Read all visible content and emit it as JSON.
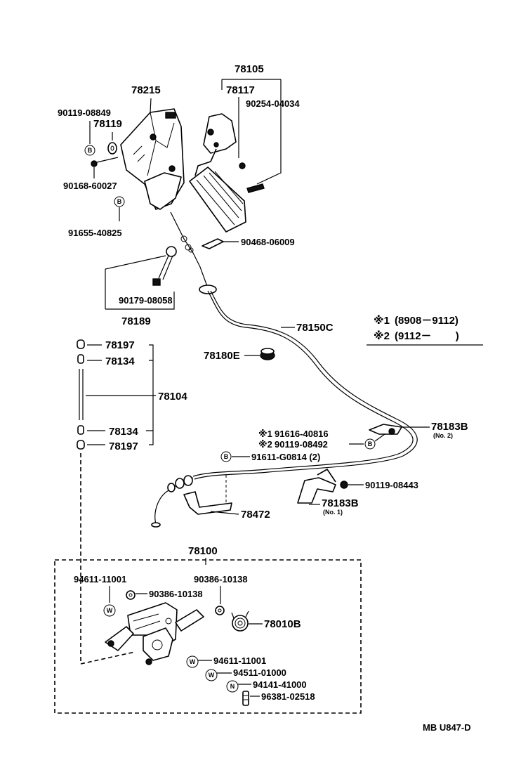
{
  "title_group": "78105",
  "labels": {
    "p78117": "78117",
    "p78215": "78215",
    "p90254": "90254-04034",
    "p90119a": "90119-08849",
    "p78119": "78119",
    "p90168": "90168-60027",
    "p91655": "91655-40825",
    "p90468": "90468-06009",
    "p90179": "90179-08058",
    "p78189": "78189",
    "p78150c": "78150C",
    "p78180e": "78180E",
    "p78197a": "78197",
    "p78134a": "78134",
    "p78104": "78104",
    "p78134b": "78134",
    "p78197b": "78197",
    "p91616": "91616-40816",
    "p90119b": "90119-08492",
    "p91611": "91611-G0814 (2)",
    "p78183b2": "78183B",
    "p78183b2_note": "(No. 2)",
    "p90119c": "90119-08443",
    "p78183b1": "78183B",
    "p78183b1_note": "(No. 1)",
    "p78472": "78472",
    "p78100": "78100",
    "p94611a": "94611-11001",
    "p90386a": "90386-10138",
    "p90386b": "90386-10138",
    "p78010b": "78010B",
    "p94611b": "94611-11001",
    "p94511": "94511-01000",
    "p94141": "94141-41000",
    "p96381": "96381-02518"
  },
  "legend": {
    "mark1": "※1",
    "range1": "(8908－9112)",
    "mark2": "※2",
    "range2": "(9112－　　 )"
  },
  "marks": {
    "m1": "※1",
    "m2": "※2"
  },
  "badges": {
    "B": "B",
    "W": "W",
    "N": "N"
  },
  "footer": "MB U847-D"
}
